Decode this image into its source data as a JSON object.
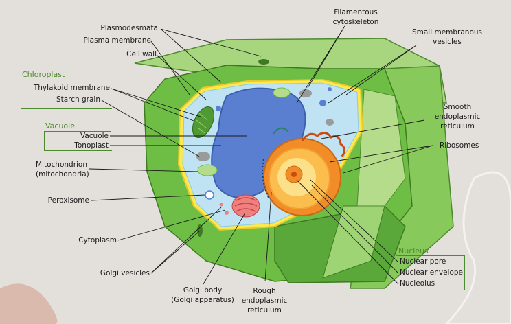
{
  "colors": {
    "background": "#e3dfda",
    "cell_wall": "#6ebd45",
    "cell_wall_light": "#a8d67e",
    "cytoplasm": "#bfe3f2",
    "vacuole": "#5a7fd1",
    "nucleus": "#f7a733",
    "section_heading": "#4d8a2e"
  },
  "sections": {
    "chloroplast": "Chloroplast",
    "vacuole": "Vacuole",
    "nucleus": "Nucleus"
  },
  "labels": {
    "plasmodesmata": "Plasmodesmata",
    "plasma_membrane": "Plasma membrane",
    "cell_wall": "Cell wall",
    "thylakoid_membrane": "Thylakoid membrane",
    "starch_grain": "Starch grain",
    "vacuole": "Vacuole",
    "tonoplast": "Tonoplast",
    "mitochondrion": "Mitochondrion",
    "mitochondria": "(mitochondria)",
    "peroxisome": "Peroxisome",
    "cytoplasm": "Cytoplasm",
    "golgi_vesicles": "Golgi vesicles",
    "golgi_body": "Golgi body",
    "golgi_apparatus": "(Golgi apparatus)",
    "rough_er_1": "Rough",
    "rough_er_2": "endoplasmic",
    "rough_er_3": "reticulum",
    "filamentous_1": "Filamentous",
    "filamentous_2": "cytoskeleton",
    "small_vesicles_1": "Small membranous",
    "small_vesicles_2": "vesicles",
    "smooth_er_1": "Smooth",
    "smooth_er_2": "endoplasmic",
    "smooth_er_3": "reticulum",
    "ribosomes": "Ribosomes",
    "nuclear_pore": "Nuclear pore",
    "nuclear_envelope": "Nuclear envelope",
    "nucleolus": "Nucleolus"
  }
}
